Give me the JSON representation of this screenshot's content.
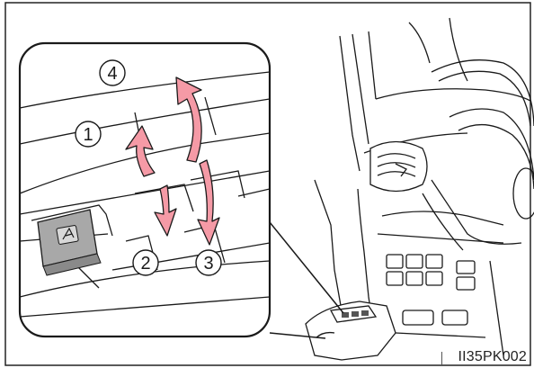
{
  "figure": {
    "callouts": [
      {
        "id": "callout-1",
        "label": "1"
      },
      {
        "id": "callout-2",
        "label": "2"
      },
      {
        "id": "callout-3",
        "label": "3"
      },
      {
        "id": "callout-4",
        "label": "4"
      }
    ],
    "image_code": "II35PK002",
    "arrow_color": "#f59aa6",
    "line_color": "#1a1a1a",
    "button_color": "#a8a8a8"
  }
}
